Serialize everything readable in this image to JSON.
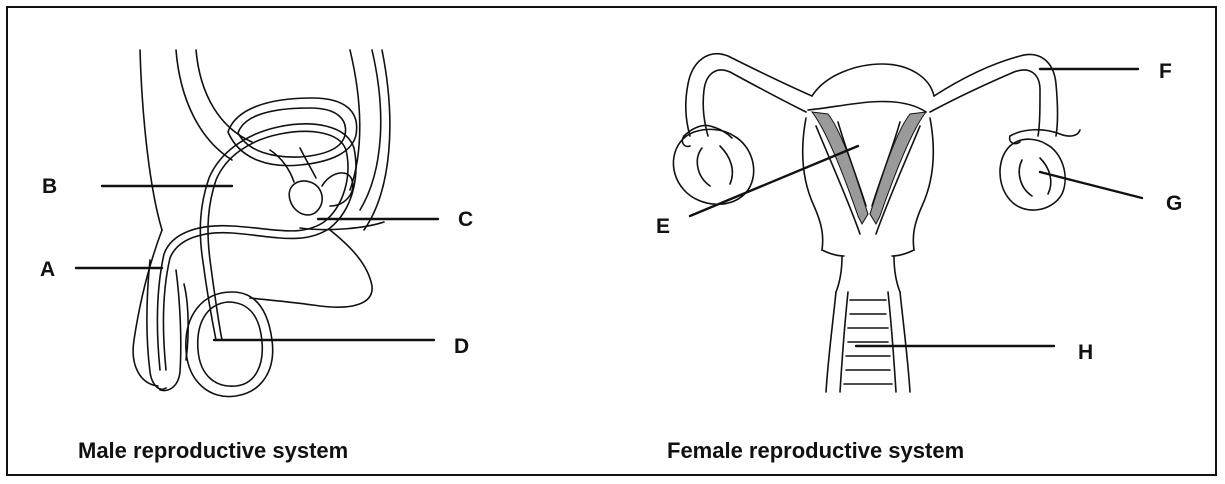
{
  "diagrams": {
    "male": {
      "caption": "Male reproductive system",
      "labels": {
        "A": "A",
        "B": "B",
        "C": "C",
        "D": "D"
      }
    },
    "female": {
      "caption": "Female reproductive system",
      "labels": {
        "E": "E",
        "F": "F",
        "G": "G",
        "H": "H"
      }
    }
  },
  "colors": {
    "stroke": "#111111",
    "shade": "#9a9a9a",
    "background": "#ffffff"
  }
}
